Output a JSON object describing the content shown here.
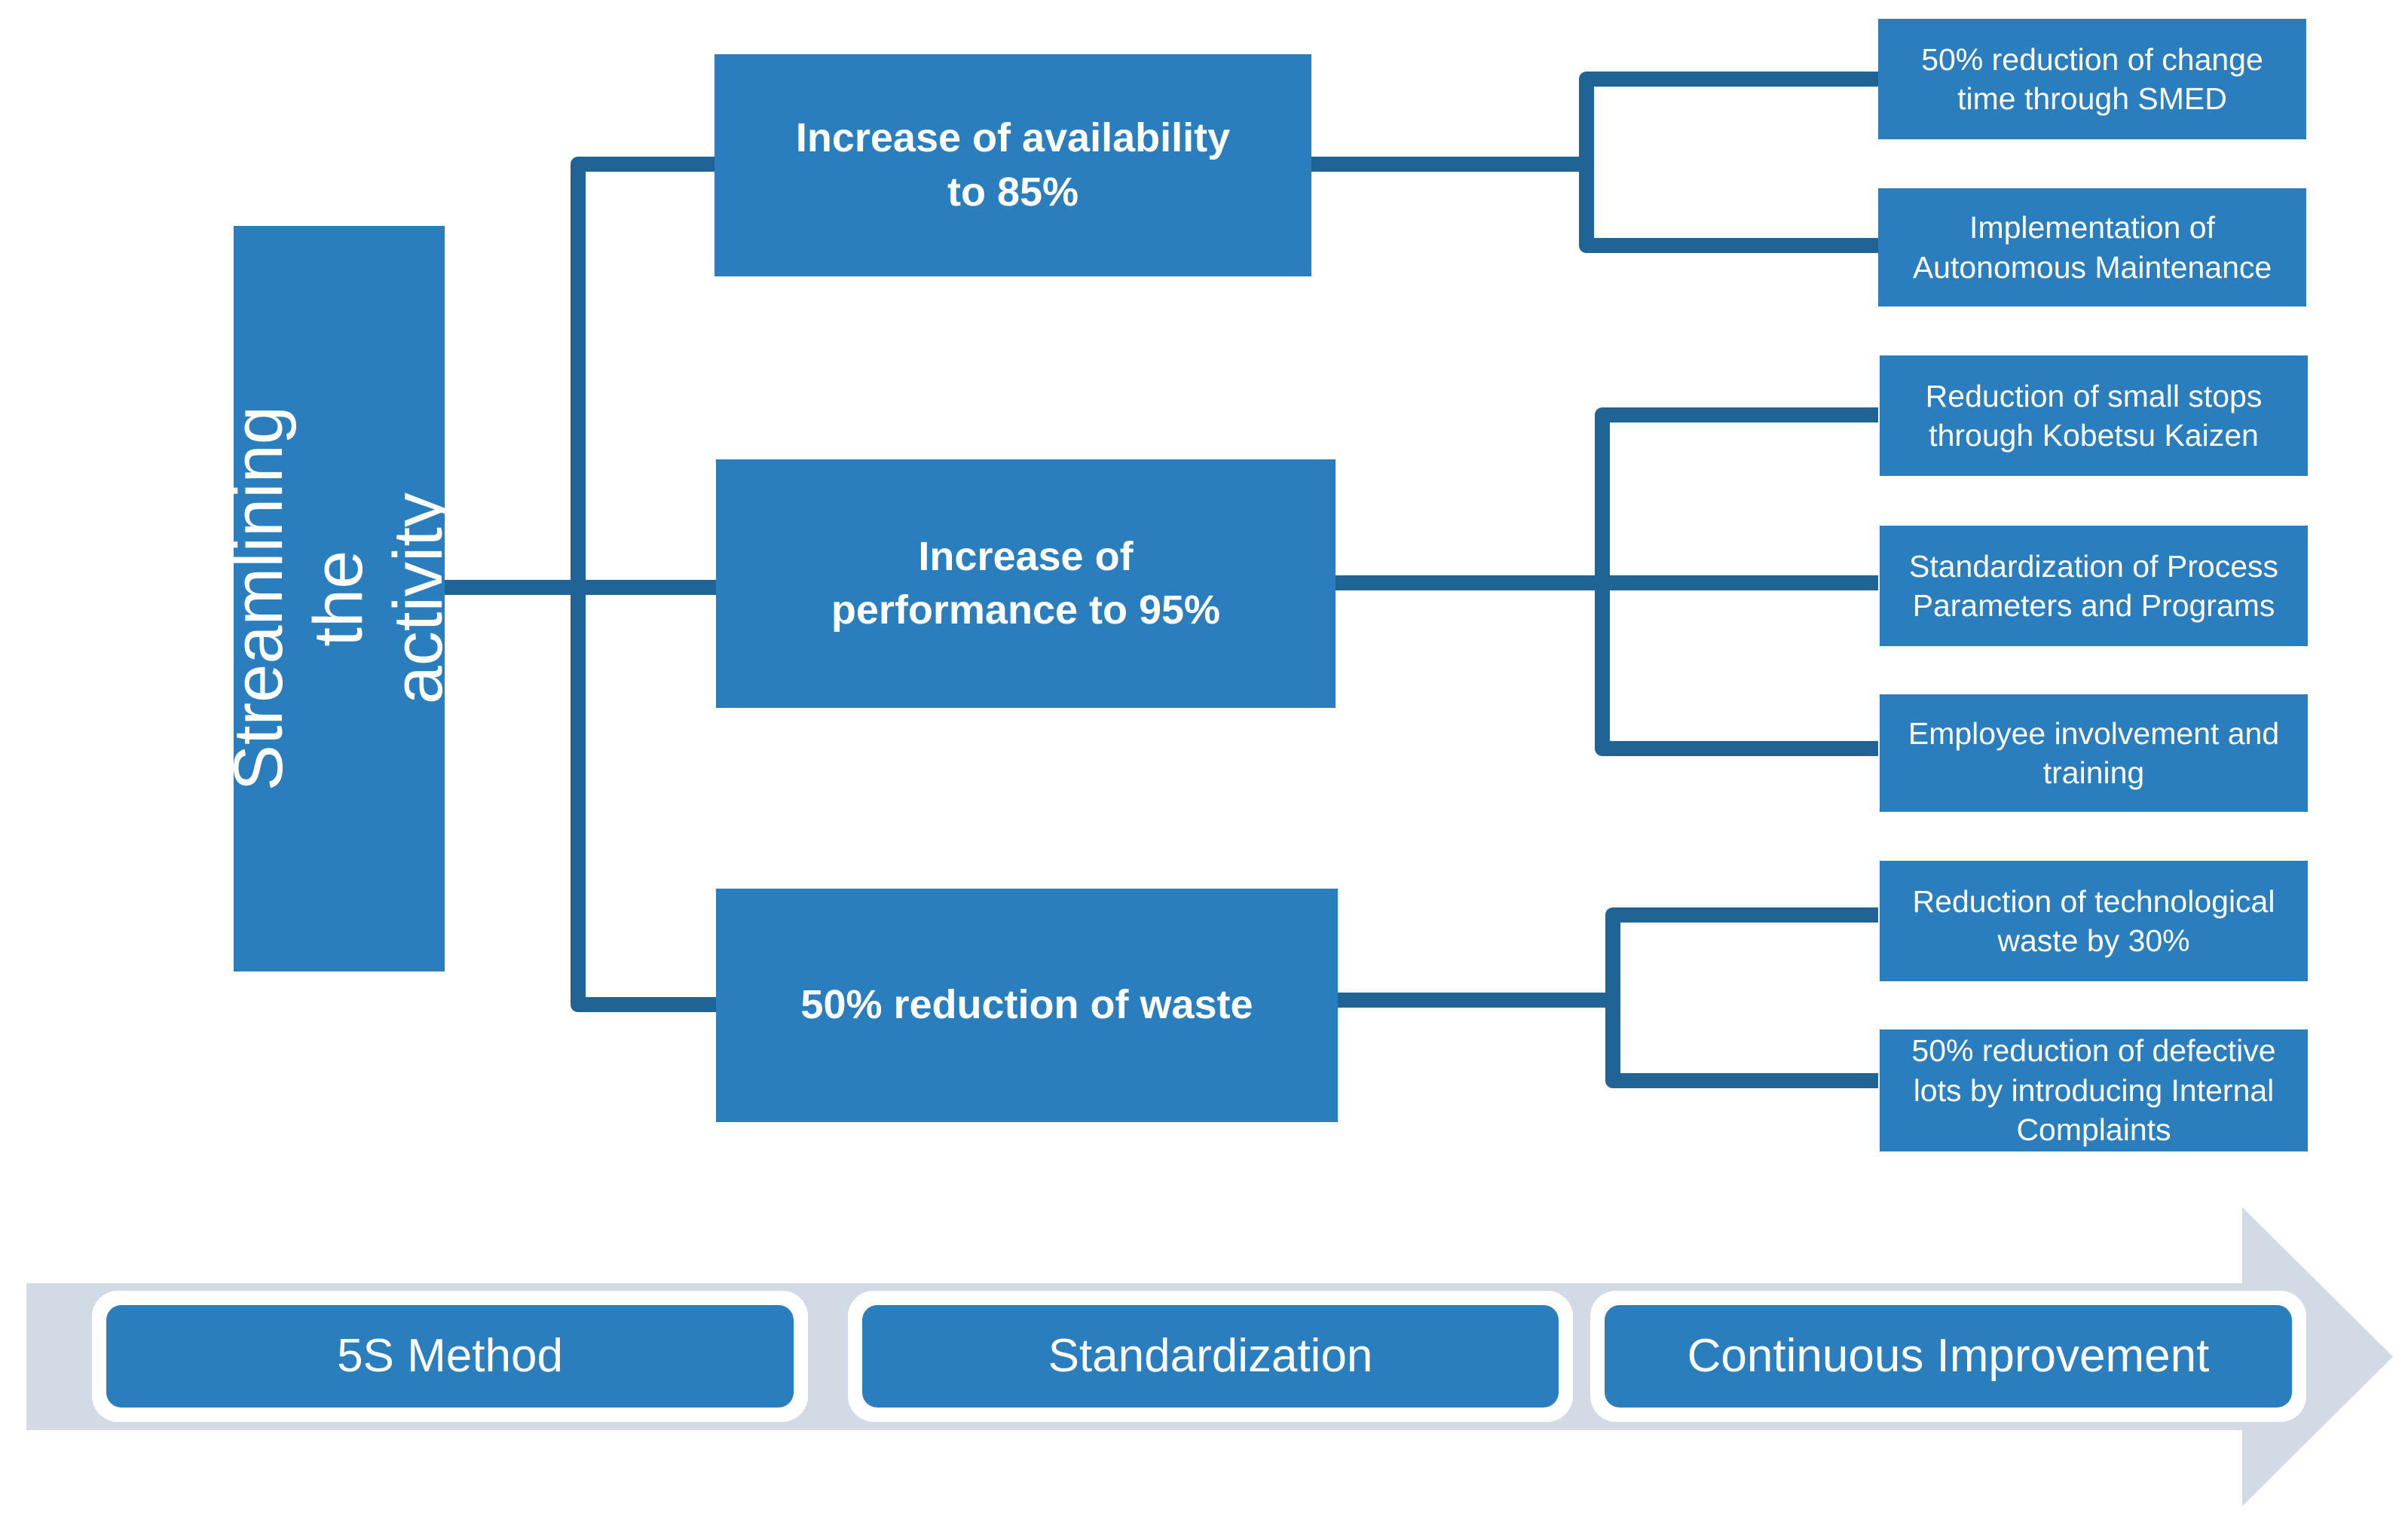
{
  "root": {
    "label": "Streamlining the\nactivity"
  },
  "goals": [
    {
      "label": "Increase of availability\nto 85%",
      "children": [
        "50% reduction of change\ntime through SMED",
        "Implementation of\nAutonomous Maintenance"
      ]
    },
    {
      "label": "Increase of\nperformance to 95%",
      "children": [
        "Reduction of small stops\nthrough Kobetsu Kaizen",
        "Standardization of Process\nParameters and Programs",
        "Employee involvement and\ntraining"
      ]
    },
    {
      "label": "50% reduction of waste",
      "children": [
        "Reduction of technological\nwaste by 30%",
        "50% reduction of defective\nlots by introducing Internal\nComplaints"
      ]
    }
  ],
  "timeline": {
    "phases": [
      "5S Method",
      "Standardization",
      "Continuous Improvement"
    ]
  },
  "colors": {
    "box_blue": "#2A7EBE",
    "connector_blue": "#1F6495",
    "band_gray": "#D2DAE6",
    "phase_frame_white": "#FFFFFF",
    "text_white": "#FFFFFF",
    "background": "#FFFFFF"
  }
}
